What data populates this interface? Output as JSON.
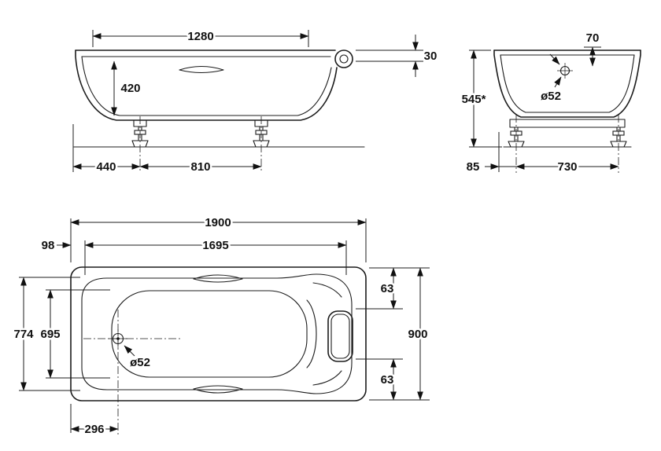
{
  "drawing": {
    "side": {
      "length": "1280",
      "depth": "420",
      "rim": "30",
      "foot_offset": "440",
      "foot_spacing": "810"
    },
    "end": {
      "drain_offset": "70",
      "drain_diameter": "ø52",
      "height": "545*",
      "foot_offset": "85",
      "foot_spacing": "730"
    },
    "plan": {
      "length": "1900",
      "end_inset": "98",
      "inner_length": "1695",
      "top_inset": "63",
      "width": "900",
      "bottom_inset": "63",
      "rim_width": "774",
      "inner_width": "695",
      "drain_diameter": "ø52",
      "drain_offset": "296"
    }
  }
}
